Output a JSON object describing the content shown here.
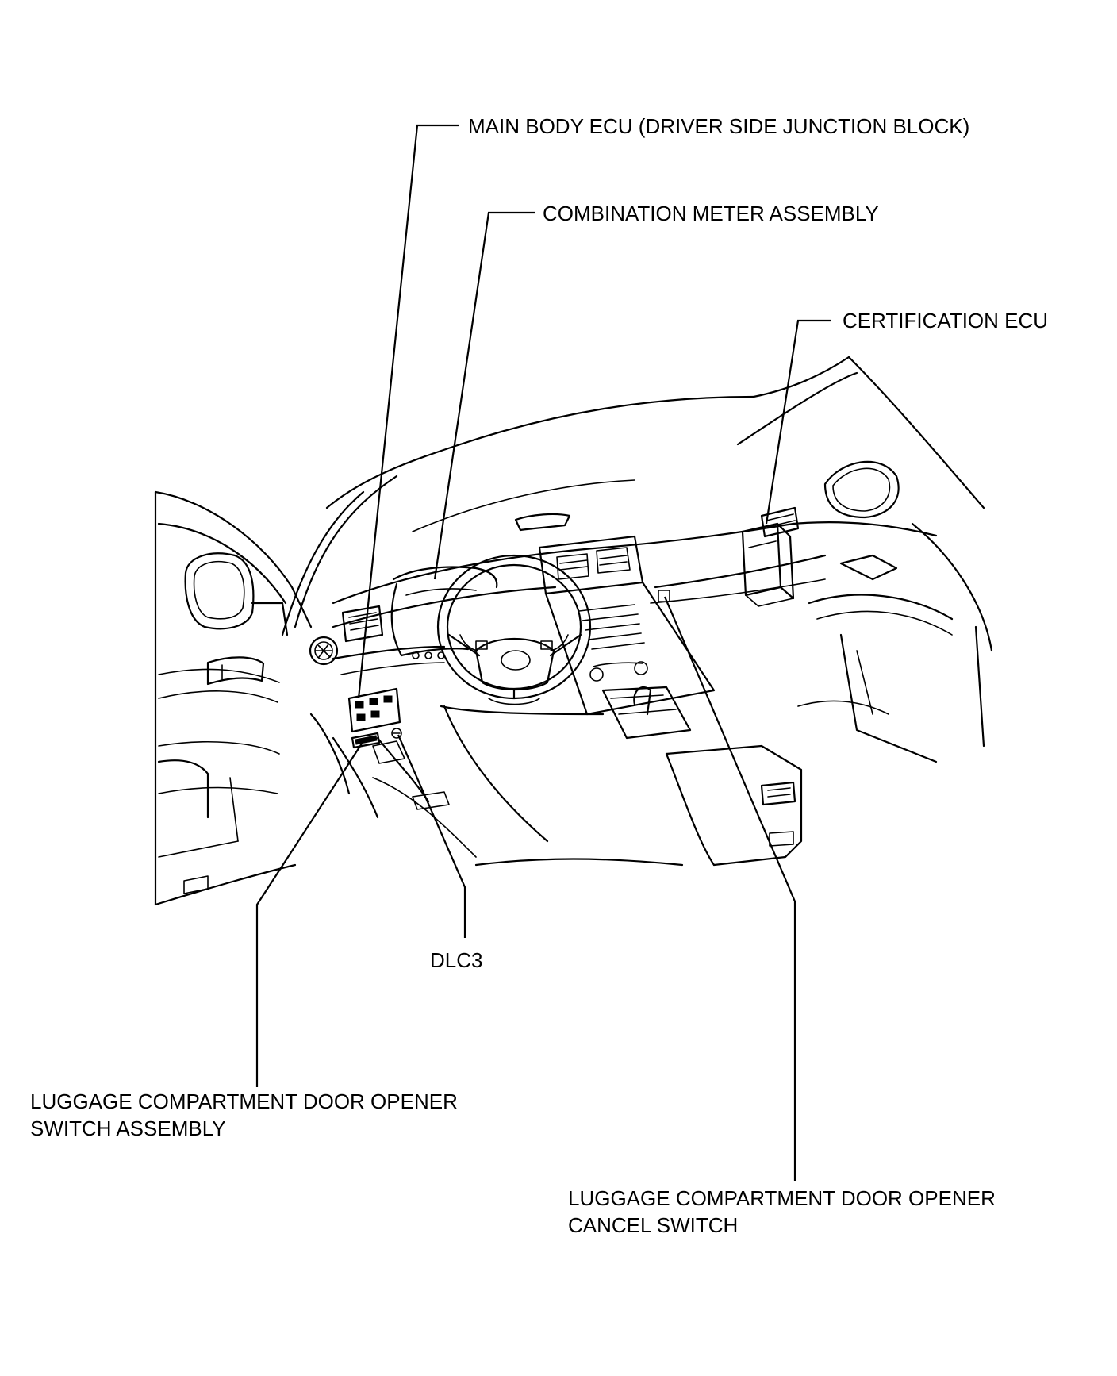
{
  "labels": {
    "main_body_ecu": "MAIN BODY ECU (DRIVER SIDE JUNCTION BLOCK)",
    "combination_meter": "COMBINATION METER ASSEMBLY",
    "certification_ecu": "CERTIFICATION ECU",
    "dlc3": "DLC3",
    "luggage_switch_line1": "LUGGAGE COMPARTMENT DOOR OPENER",
    "luggage_switch_line2": "SWITCH ASSEMBLY",
    "luggage_cancel_line1": "LUGGAGE COMPARTMENT DOOR OPENER",
    "luggage_cancel_line2": "CANCEL SWITCH"
  }
}
